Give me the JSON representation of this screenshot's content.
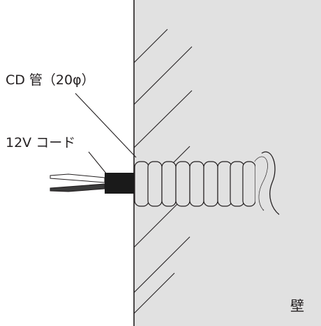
{
  "labels": {
    "cd_pipe": "CD 管（20φ）",
    "cord": "12V コード",
    "wall": "壁"
  },
  "colors": {
    "wall_fill": "#e1e1e1",
    "line": "#231f20",
    "cord_jacket": "#1a1a1a",
    "wire_black": "#3a3a3a",
    "wire_white": "#ffffff",
    "pipe_fill": "#e1e1e1"
  }
}
